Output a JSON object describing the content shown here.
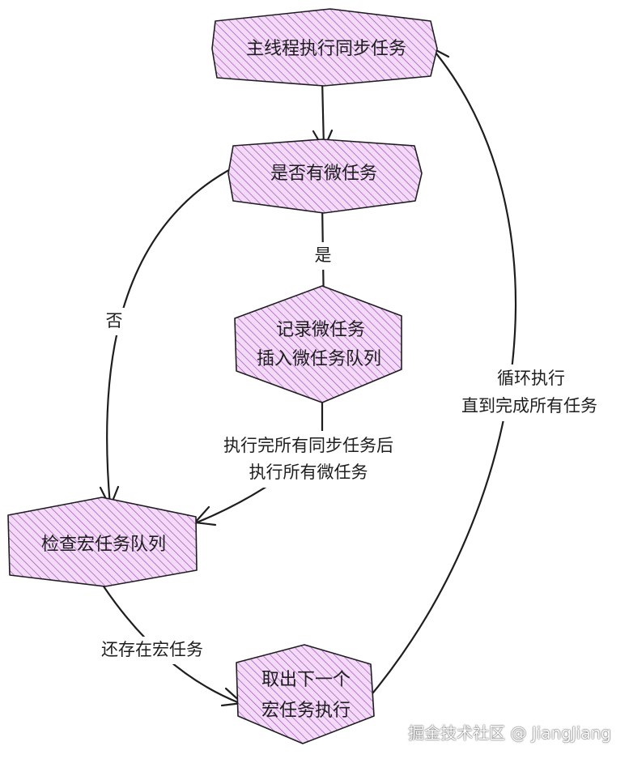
{
  "nodes": {
    "main_thread": "主线程执行同步任务",
    "has_micro": "是否有微任务",
    "record_micro": [
      "记录微任务",
      "插入微任务队列"
    ],
    "check_macro": "检查宏任务队列",
    "take_next": [
      "取出下一个",
      "宏任务执行"
    ]
  },
  "edges": {
    "yes": "是",
    "no": "否",
    "after_sync": [
      "执行完所有同步任务后",
      "执行所有微任务"
    ],
    "loop": [
      "循环执行",
      "直到完成所有任务"
    ],
    "remaining_macro": "还存在宏任务"
  },
  "colors": {
    "node_fill": "#f3dbf8",
    "hatch": "#9c36b5",
    "stroke": "#1e1e1e"
  },
  "watermark": "掘金技术社区 @ JiangJiang"
}
